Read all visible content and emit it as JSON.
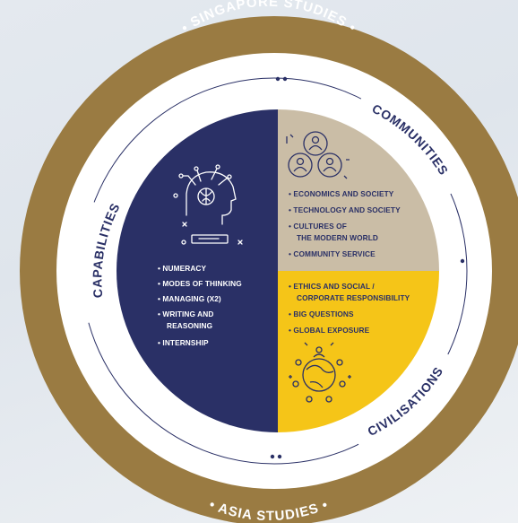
{
  "outer_ring": {
    "top": "• SINGAPORE STUDIES •",
    "bottom": "• ASIA STUDIES •"
  },
  "arc_labels": {
    "left": "CAPABILITIES",
    "top_right": "COMMUNITIES",
    "bottom_right": "CIVILISATIONS"
  },
  "quadrants": {
    "capabilities": {
      "items": [
        "• NUMERACY",
        "• MODES OF THINKING",
        "• MANAGING (X2)",
        "• WRITING AND",
        "REASONING",
        "• INTERNSHIP"
      ]
    },
    "communities": {
      "items": [
        "• ECONOMICS AND SOCIETY",
        "• TECHNOLOGY AND SOCIETY",
        "• CULTURES OF",
        "THE MODERN WORLD",
        "• COMMUNITY SERVICE"
      ]
    },
    "civilisations": {
      "items": [
        "• ETHICS AND SOCIAL /",
        "CORPORATE RESPONSIBILITY",
        "• BIG QUESTIONS",
        "• GLOBAL EXPOSURE"
      ]
    }
  },
  "icons": {
    "capabilities": "head-brain-icon",
    "communities": "people-network-icon",
    "civilisations": "globe-people-icon"
  },
  "colors": {
    "gold_ring": "#9a7b42",
    "navy": "#2a3066",
    "tan": "#cabda6",
    "yellow": "#f5c518",
    "white": "#ffffff"
  }
}
